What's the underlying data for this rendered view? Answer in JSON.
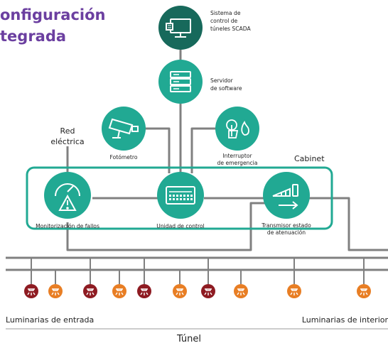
{
  "title": {
    "line1": "onfiguración",
    "line2": "tegrada"
  },
  "nodes": {
    "scada": {
      "line1": "Sistema de",
      "line2": "control de",
      "line3": "túneles SCADA",
      "icon": "monitor-icon"
    },
    "server": {
      "line1": "Servidor",
      "line2": "de software",
      "icon": "server-icon"
    },
    "photometer": {
      "line1": "Fotómetro",
      "icon": "camera-icon"
    },
    "emergency": {
      "line1": "Interruptor",
      "line2": "de emergencia",
      "icon": "touch-fire-icon"
    },
    "fault": {
      "line1": "Monitorización de fallos",
      "icon": "gauge-warning-icon"
    },
    "control": {
      "line1": "Unidad de control",
      "icon": "keyboard-icon"
    },
    "dimming": {
      "line1": "Transmisor estado",
      "line2": "de atenuación",
      "icon": "signal-arrow-icon"
    }
  },
  "labels": {
    "grid_line1": "Red",
    "grid_line2": "eléctrica",
    "cabinet": "Cabinet",
    "entrance": "Luminarias de entrada",
    "interior": "Luminarias de interior",
    "tunnel": "Túnel"
  },
  "colors": {
    "teal": "#21a993",
    "dark_teal": "#17695b",
    "line_gray": "#808080",
    "orange": "#e87e24",
    "dark_red": "#8e1b22",
    "purple": "#6b3fa0"
  },
  "luminaires": [
    {
      "type": "dark-red"
    },
    {
      "type": "orange"
    },
    {
      "type": "dark-red"
    },
    {
      "type": "orange"
    },
    {
      "type": "dark-red"
    },
    {
      "type": "orange"
    },
    {
      "type": "dark-red"
    },
    {
      "type": "orange"
    },
    {
      "type": "orange"
    },
    {
      "type": "orange"
    }
  ]
}
